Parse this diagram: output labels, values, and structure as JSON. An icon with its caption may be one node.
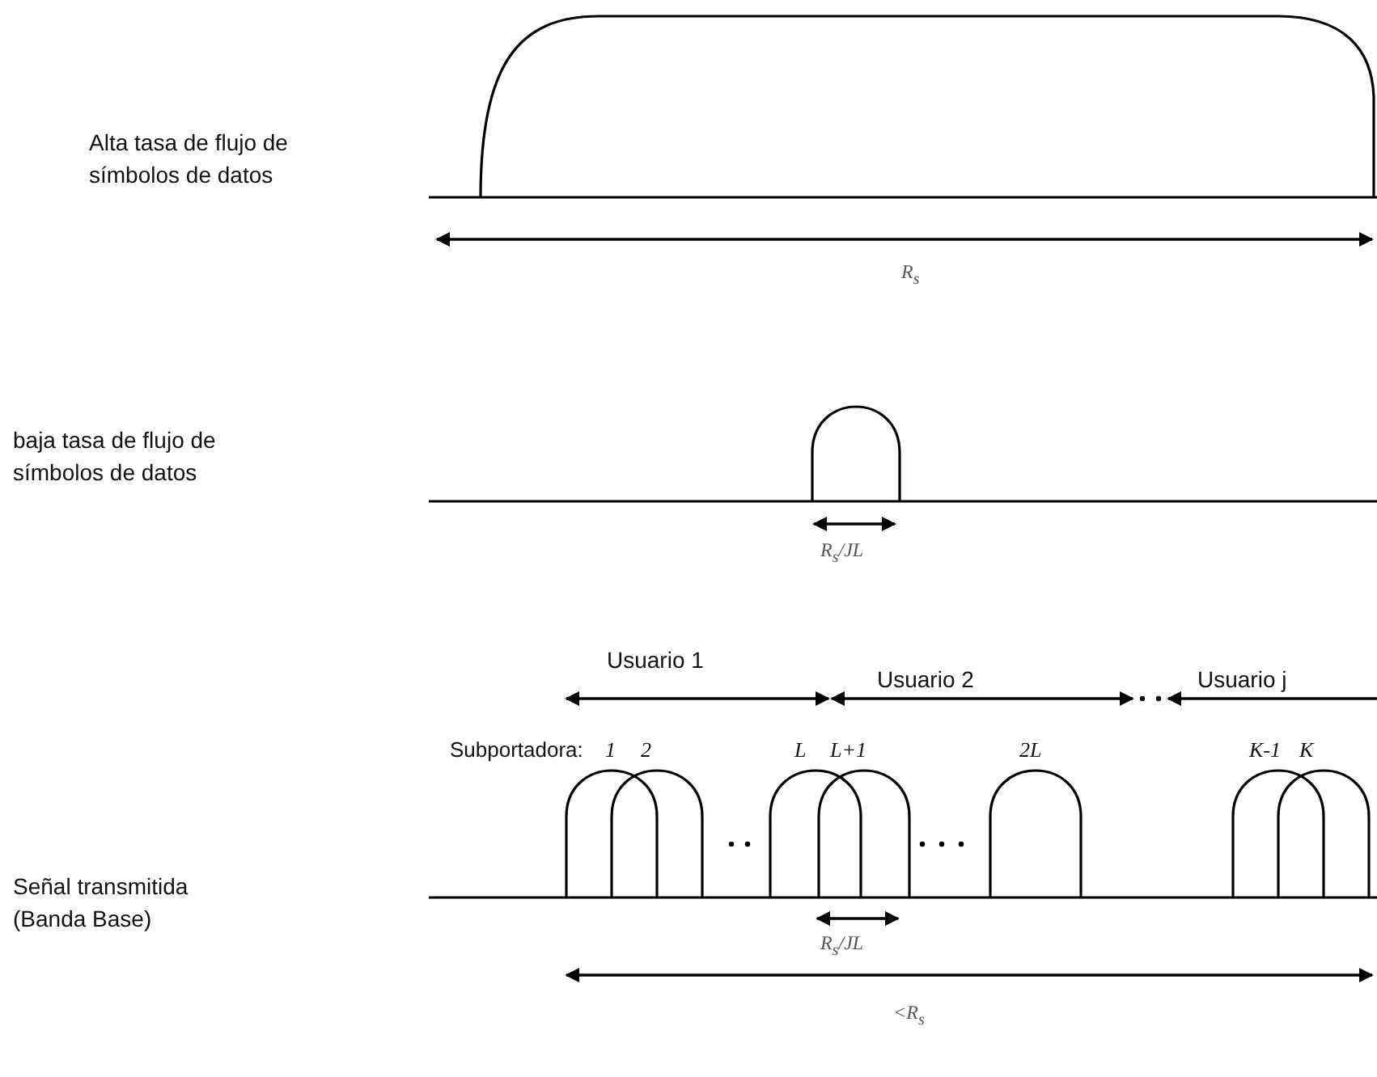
{
  "diagram": {
    "labels": [
      "Alta tasa de flujo de símbolos de datos",
      "R$_{s}$",
      "baja tasa de flujo de símbolos de datos",
      "R$_{s}$/JL",
      "Usuario 1",
      "Usuario 2",
      "Usuario j",
      "Subportadora:",
      "1",
      "2",
      "L",
      "L+1",
      "2L",
      "K-1",
      "K",
      "Señal transmitida (Banda Base)",
      "R$_{s}$/JL",
      "<R$_{s}$"
    ]
  }
}
